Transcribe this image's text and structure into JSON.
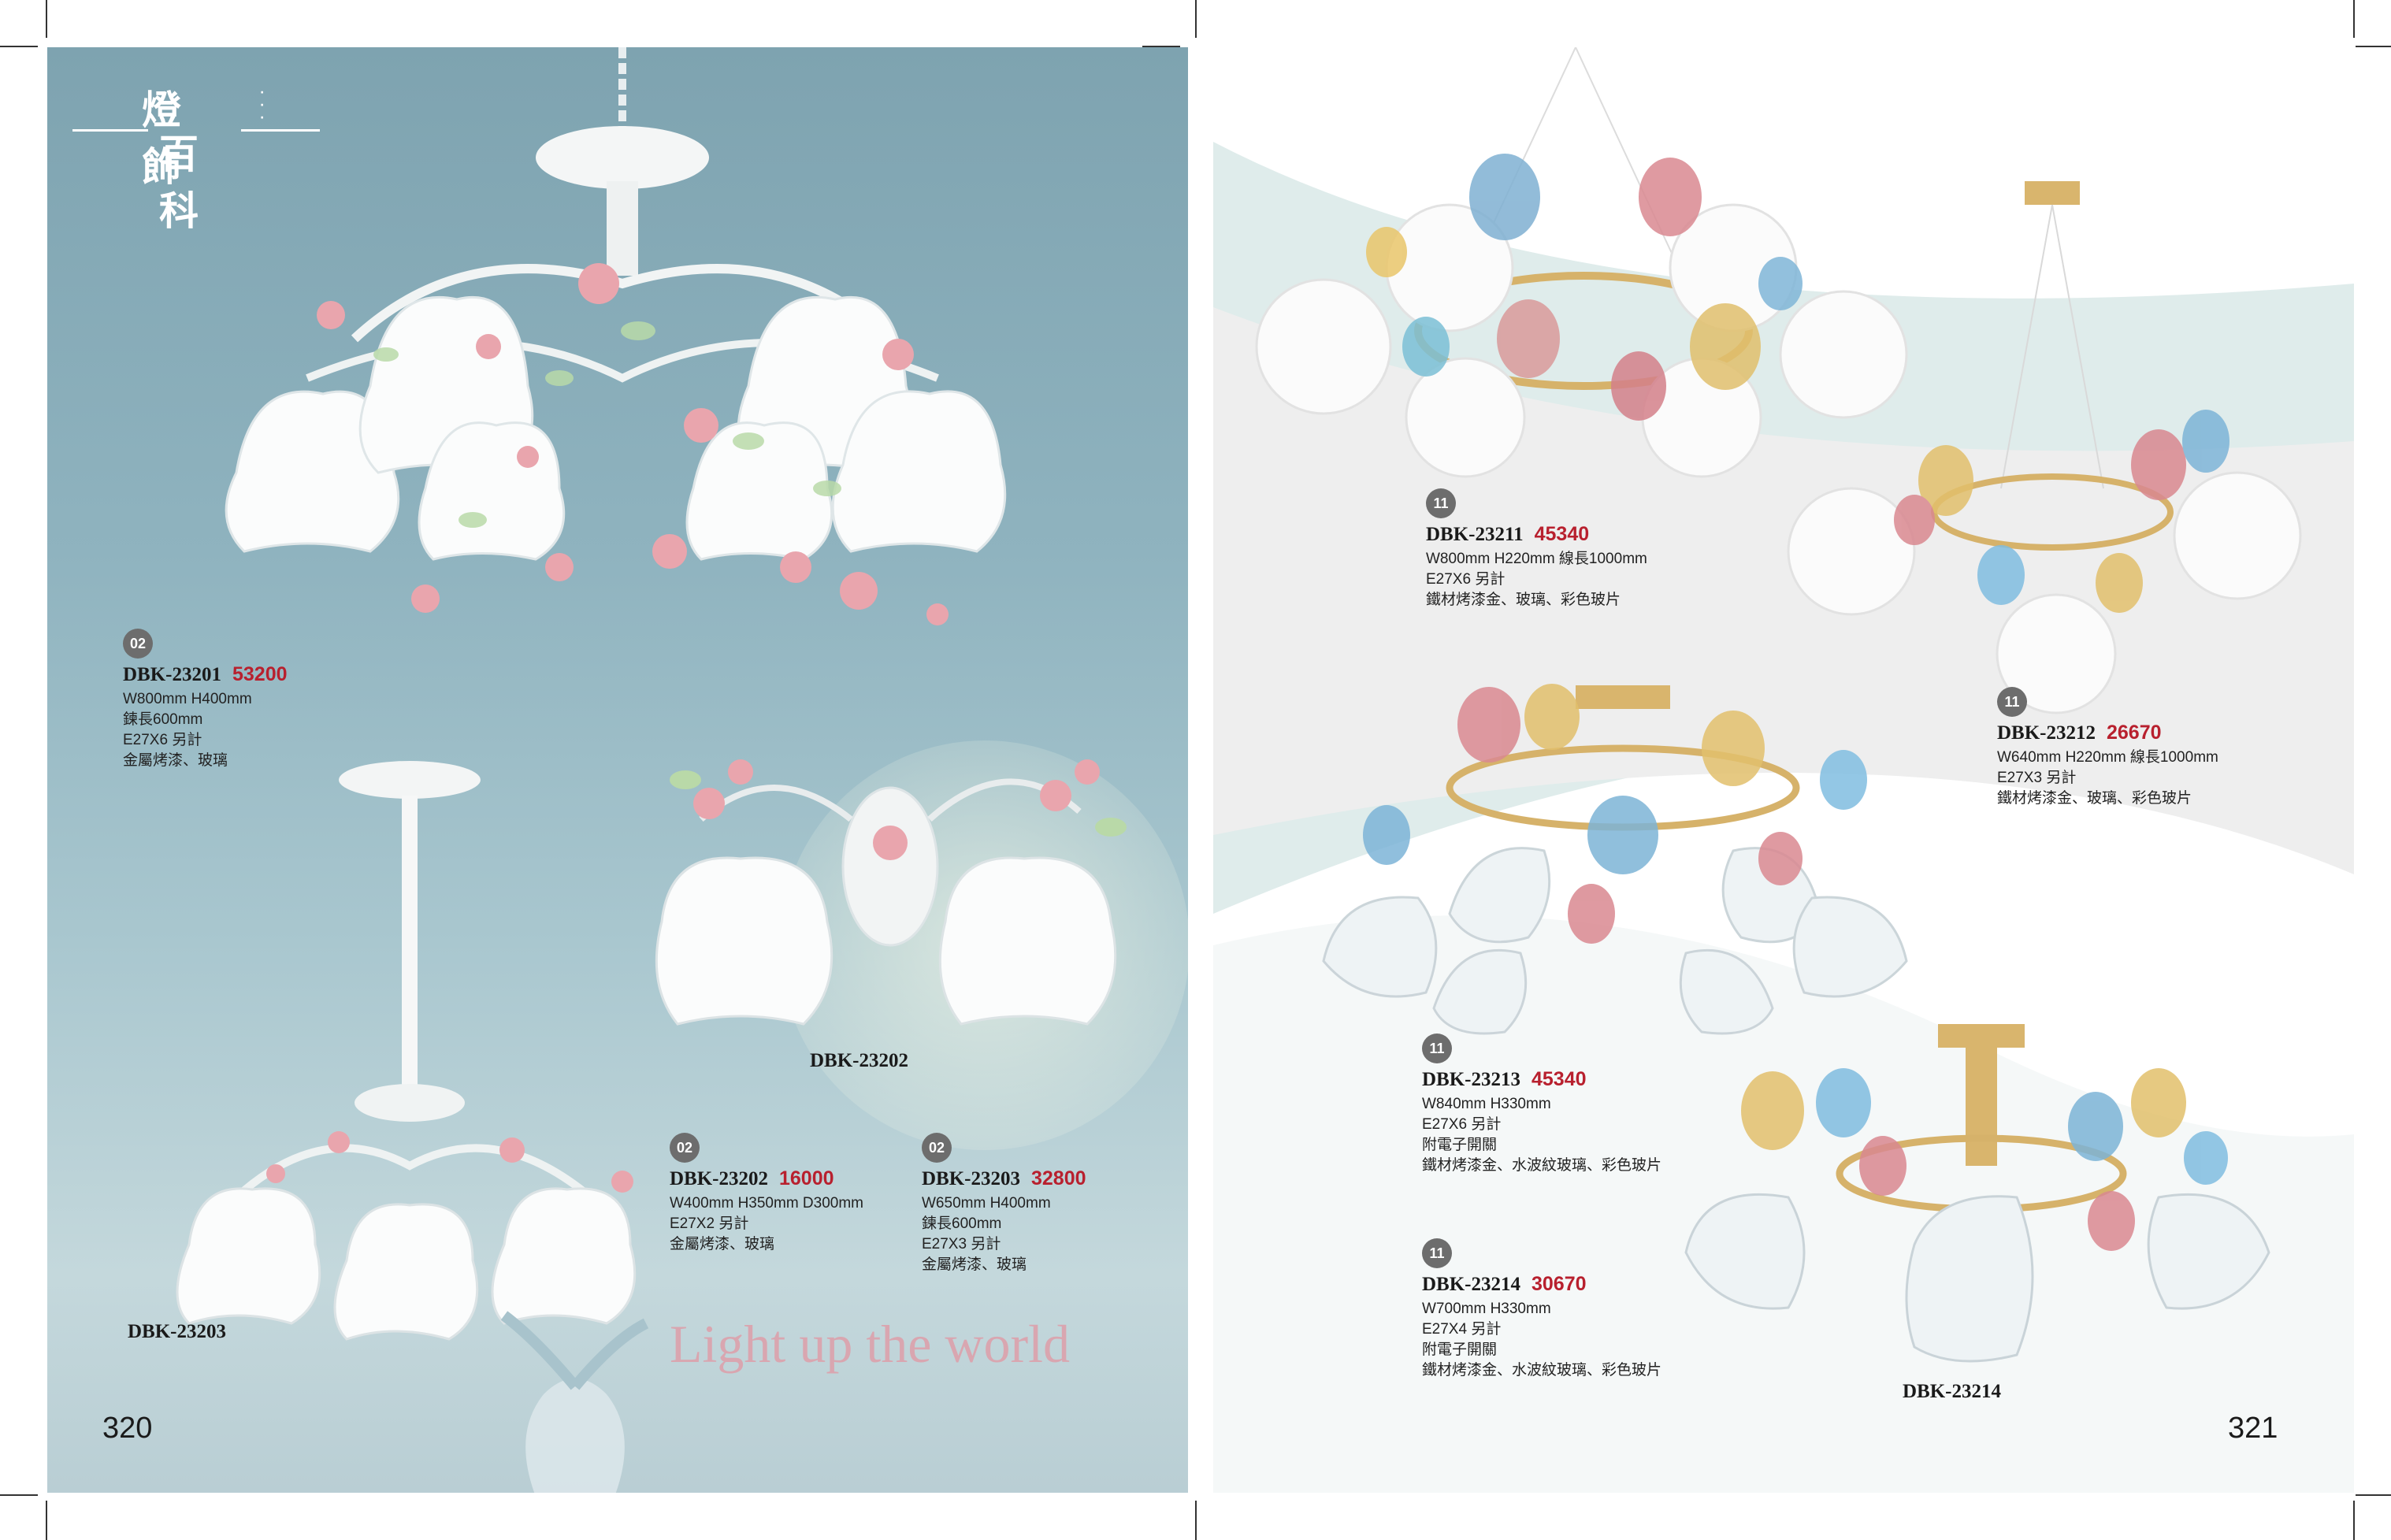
{
  "brand": {
    "logo_line1": "燈飾",
    "logo_line2": "百科"
  },
  "slogan": "Light up the world",
  "page_numbers": {
    "left": "320",
    "right": "321"
  },
  "products_left": [
    {
      "badge": "02",
      "code": "DBK-23201",
      "price": "53200",
      "specs": [
        "W800mm H400mm",
        "鍊長600mm",
        "E27X6 另計",
        "金屬烤漆、玻璃"
      ]
    },
    {
      "badge": "02",
      "code": "DBK-23202",
      "price": "16000",
      "specs": [
        "W400mm H350mm D300mm",
        "E27X2 另計",
        "金屬烤漆、玻璃"
      ]
    },
    {
      "badge": "02",
      "code": "DBK-23203",
      "price": "32800",
      "specs": [
        "W650mm H400mm",
        "鍊長600mm",
        "E27X3 另計",
        "金屬烤漆、玻璃"
      ]
    }
  ],
  "image_labels": {
    "dbk23202": "DBK-23202",
    "dbk23203": "DBK-23203",
    "dbk23214": "DBK-23214"
  },
  "products_right": [
    {
      "badge": "11",
      "code": "DBK-23211",
      "price": "45340",
      "specs": [
        "W800mm H220mm 線長1000mm",
        "E27X6 另計",
        "鐵材烤漆金、玻璃、彩色玻片"
      ]
    },
    {
      "badge": "11",
      "code": "DBK-23212",
      "price": "26670",
      "specs": [
        "W640mm H220mm 線長1000mm",
        "E27X3 另計",
        "鐵材烤漆金、玻璃、彩色玻片"
      ]
    },
    {
      "badge": "11",
      "code": "DBK-23213",
      "price": "45340",
      "specs": [
        "W840mm H330mm",
        "E27X6 另計",
        "附電子開關",
        "鐵材烤漆金、水波紋玻璃、彩色玻片"
      ]
    },
    {
      "badge": "11",
      "code": "DBK-23214",
      "price": "30670",
      "specs": [
        "W700mm H330mm",
        "E27X4 另計",
        "附電子開關",
        "鐵材烤漆金、水波紋玻璃、彩色玻片"
      ]
    }
  ]
}
